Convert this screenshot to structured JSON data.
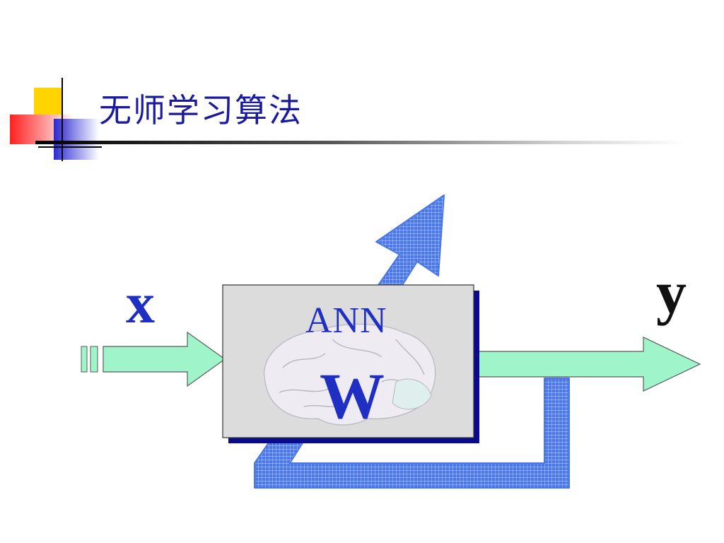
{
  "slide": {
    "title": "无师学习算法"
  },
  "diagram": {
    "input_label": "x",
    "output_label": "y",
    "box_title": "ANN",
    "box_weight": "W",
    "colors": {
      "title": "#1a1aa0",
      "signal_arrow": "#9ff5c9",
      "learning_arrow": "#4a78e8",
      "box_fill": "#dcdcdc",
      "box_shadow": "#0a0a8a",
      "label_blue": "#1f2fc4"
    },
    "icons": [
      "brain-icon",
      "input-arrow-icon",
      "output-arrow-icon",
      "feedback-arrow-icon"
    ]
  }
}
